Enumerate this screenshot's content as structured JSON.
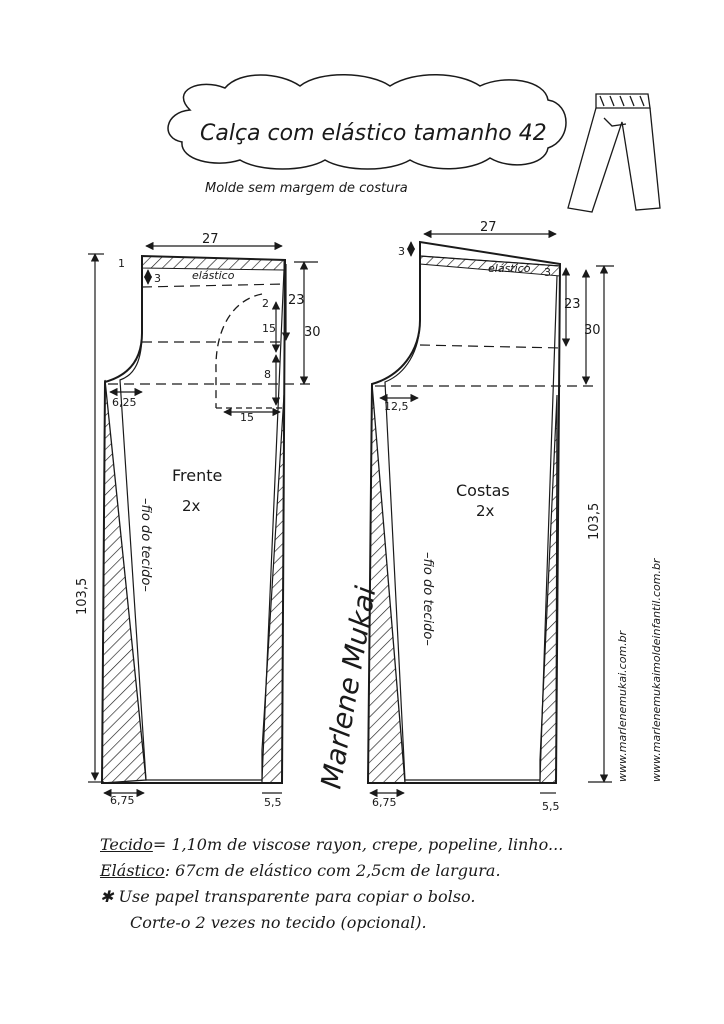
{
  "title": {
    "main": "Calça com elástico tamanho 42",
    "subtitle": "Molde sem margem de costura"
  },
  "front": {
    "name": "Frente",
    "qty": "2x",
    "grain": "–fio do tecido–",
    "waist_width": "27",
    "elastic_label": "elástico",
    "elastic_band": "3",
    "waist_raise": "1",
    "crotch_depth": "30",
    "to_pocket": "23",
    "pocket_offset": "2",
    "pocket_depth_a": "15",
    "pocket_depth_b": "8",
    "pocket_width": "15",
    "crotch_ext": "6,25",
    "hem_left": "6,75",
    "hem_right": "5,5",
    "length": "103,5"
  },
  "back": {
    "name": "Costas",
    "qty": "2x",
    "grain": "–fio do tecido–",
    "waist_width": "27",
    "elastic_label": "elástico",
    "elastic_band": "3",
    "waist_raise": "3",
    "crotch_depth": "30",
    "to_hip": "23",
    "crotch_ext": "12,5",
    "hem_left": "6,75",
    "hem_right": "5,5",
    "length": "103,5"
  },
  "signature": "Marlene Mukai",
  "websites": [
    "www.marlenemukai.com.br",
    "www.marlenemukaimoldeinfantil.com.br"
  ],
  "notes": {
    "fabric_label": "Tecido",
    "fabric_text": "= 1,10m  de viscose rayon, crepe, popeline, linho...",
    "elastic_label": "Elástico",
    "elastic_text": ": 67cm de elástico com 2,5cm de largura.",
    "tip_line1": "✱ Use papel transparente para copiar o bolso.",
    "tip_line2": "Corte-o 2 vezes no tecido (opcional)."
  },
  "colors": {
    "ink": "#1a1a1a",
    "paper": "#ffffff"
  }
}
